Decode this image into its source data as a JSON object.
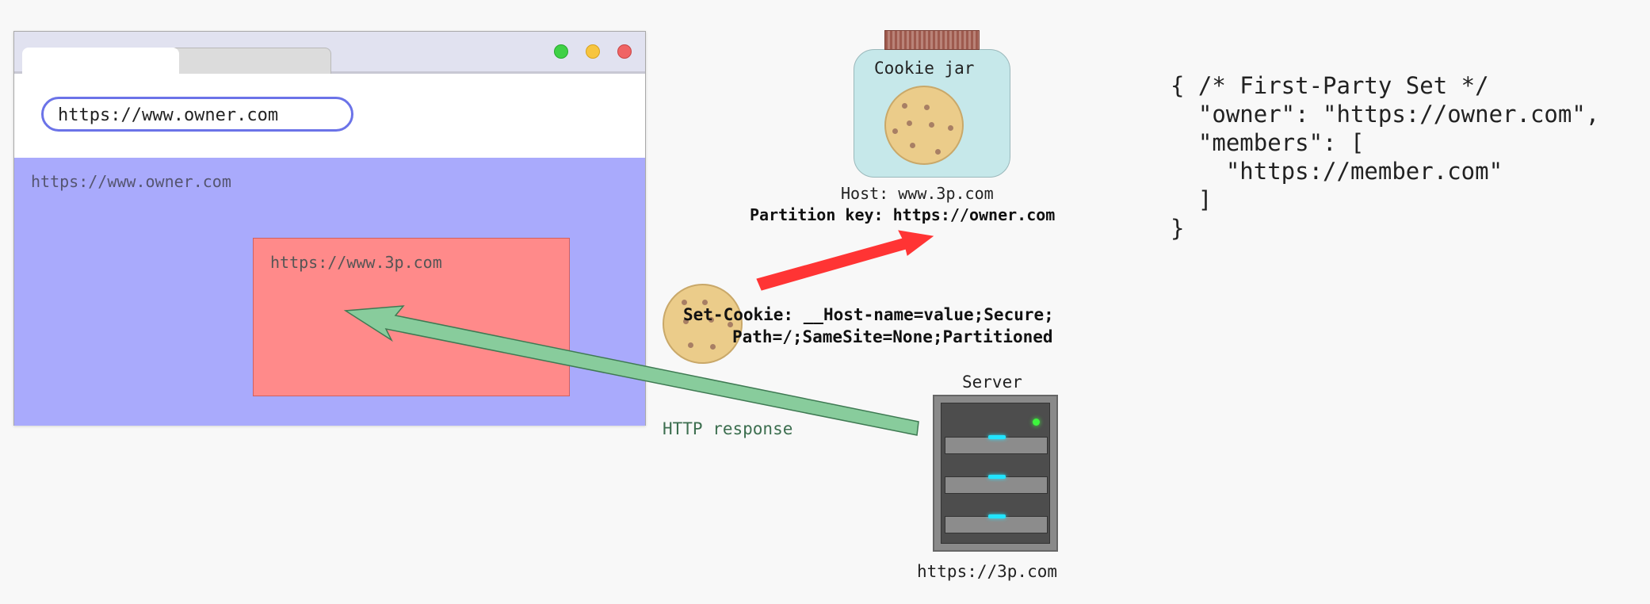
{
  "browser": {
    "address_bar_url": "https://www.owner.com",
    "owner_frame_label": "https://www.owner.com",
    "embedded_frame_label": "https://www.3p.com",
    "window_buttons": [
      "green",
      "yellow",
      "red"
    ],
    "frame_color": "#a9aafc",
    "embedded_frame_color": "#ff8a8a"
  },
  "response": {
    "label": "HTTP response",
    "arrow_color": "#88cc9c",
    "set_cookie_line1": "Set-Cookie: __Host-name=value;Secure;",
    "set_cookie_line2": "Path=/;SameSite=None;Partitioned"
  },
  "cookie_jar": {
    "title": "Cookie jar",
    "host": "Host: www.3p.com",
    "partition_key": "Partition key: https://owner.com",
    "store_arrow_color": "#ff3434"
  },
  "server": {
    "title": "Server",
    "host": "https://3p.com",
    "icon": "server-icon"
  },
  "first_party_set": {
    "lines": [
      "{ /* First-Party Set */",
      "  \"owner\": \"https://owner.com\",",
      "  \"members\": [",
      "    \"https://member.com\"",
      "  ]",
      "}"
    ]
  }
}
